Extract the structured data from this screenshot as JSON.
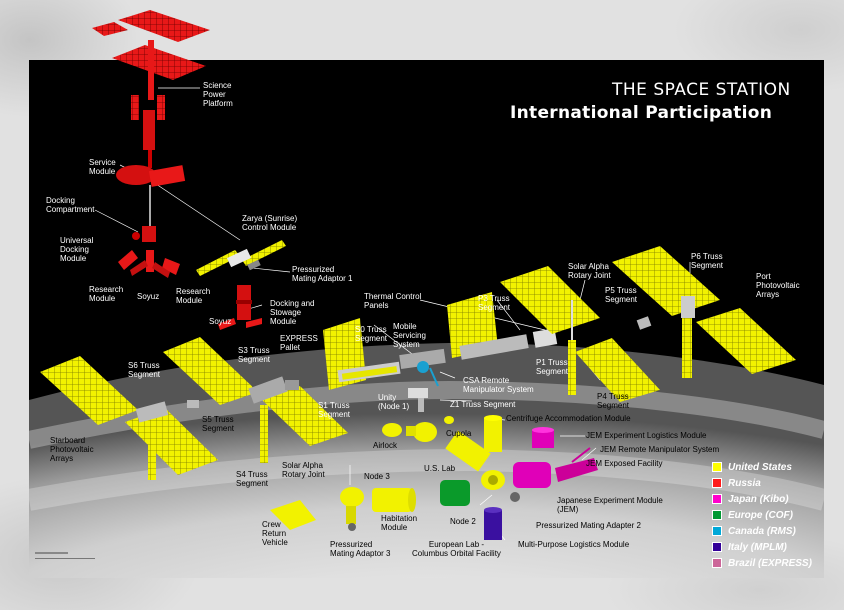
{
  "title": {
    "line1": "THE SPACE STATION",
    "line2": "International Participation"
  },
  "labels": {
    "science_power_platform": [
      "Science",
      "Power",
      "Platform"
    ],
    "service_module": [
      "Service",
      "Module"
    ],
    "docking_compartment": [
      "Docking",
      "Compartment"
    ],
    "universal_docking_module": [
      "Universal",
      "Docking",
      "Module"
    ],
    "research_module_left": [
      "Research",
      "Module"
    ],
    "soyuz_top": [
      "Soyuz"
    ],
    "research_module_right": [
      "Research",
      "Module"
    ],
    "zarya": [
      "Zarya (Sunrise)",
      "Control Module"
    ],
    "pma1": [
      "Pressurized",
      "Mating Adaptor 1"
    ],
    "docking_stowage": [
      "Docking and",
      "Stowage",
      "Module"
    ],
    "soyuz_bottom": [
      "Soyuz"
    ],
    "thermal_panels": [
      "Thermal Control",
      "Panels"
    ],
    "s0_truss": [
      "S0 Truss",
      "Segment"
    ],
    "mss": [
      "Mobile",
      "Servicing",
      "System"
    ],
    "p3_truss": [
      "P3 Truss",
      "Segment"
    ],
    "solar_alpha_top": [
      "Solar Alpha",
      "Rotary Joint"
    ],
    "p6_truss": [
      "P6 Truss",
      "Segment"
    ],
    "p5_truss": [
      "P5 Truss",
      "Segment"
    ],
    "port_arrays": [
      "Port",
      "Photovoltaic",
      "Arrays"
    ],
    "express_pallet": [
      "EXPRESS",
      "Pallet"
    ],
    "s3_truss": [
      "S3 Truss",
      "Segment"
    ],
    "s6_truss": [
      "S6 Truss",
      "Segment"
    ],
    "p1_truss": [
      "P1 Truss",
      "Segment"
    ],
    "csa_rms": [
      "CSA Remote",
      "Manipulator System"
    ],
    "s1_truss": [
      "S1 Truss",
      "Segment"
    ],
    "unity": [
      "Unity",
      "(Node 1)"
    ],
    "z1_truss": [
      "Z1 Truss Segment"
    ],
    "p4_truss": [
      "P4 Truss",
      "Segment"
    ],
    "s5_truss": [
      "S5 Truss",
      "Segment"
    ],
    "centrifuge": [
      "Centrifuge Accommodation Module"
    ],
    "jem_elm": [
      "JEM Experiment Logistics Module"
    ],
    "jem_rms": [
      "JEM Remote Manipulator System"
    ],
    "starboard_arrays": [
      "Starboard",
      "Photovoltaic",
      "Arrays"
    ],
    "airlock": [
      "Airlock"
    ],
    "cupola": [
      "Cupola"
    ],
    "us_lab": [
      "U.S. Lab"
    ],
    "jem_ef": [
      "JEM Exposed Facility"
    ],
    "s4_truss": [
      "S4 Truss",
      "Segment"
    ],
    "solar_alpha_bottom": [
      "Solar Alpha",
      "Rotary Joint"
    ],
    "node3": [
      "Node 3"
    ],
    "jem": [
      "Japanese Experiment Module",
      "(JEM)"
    ],
    "habitation": [
      "Habitation",
      "Module"
    ],
    "crv": [
      "Crew",
      "Return",
      "Vehicle"
    ],
    "node2": [
      "Node 2"
    ],
    "pma2": [
      "Pressurized Mating Adapter 2"
    ],
    "columbus": [
      "European  Lab -",
      "Columbus Orbital Facility"
    ],
    "mplm": [
      "Multi-Purpose Logistics Module"
    ],
    "pma3": [
      "Pressurized",
      "Mating Adaptor 3"
    ]
  },
  "legend": [
    {
      "label": "United States",
      "color": "#ffff00"
    },
    {
      "label": "Russia",
      "color": "#ff1a1a"
    },
    {
      "label": "Japan (Kibo)",
      "color": "#ff00cc"
    },
    {
      "label": "Europe (COF)",
      "color": "#009933"
    },
    {
      "label": "Canada (RMS)",
      "color": "#00a8d8"
    },
    {
      "label": "Italy (MPLM)",
      "color": "#330099"
    },
    {
      "label": "Brazil (EXPRESS)",
      "color": "#cc6699"
    }
  ],
  "colors": {
    "us": "#f2f200",
    "russia": "#e81818",
    "japan": "#e000b8",
    "europe": "#0a9a2a",
    "canada": "#1aa0d0",
    "italy": "#3a10a0",
    "panel_bg": "#000000"
  }
}
